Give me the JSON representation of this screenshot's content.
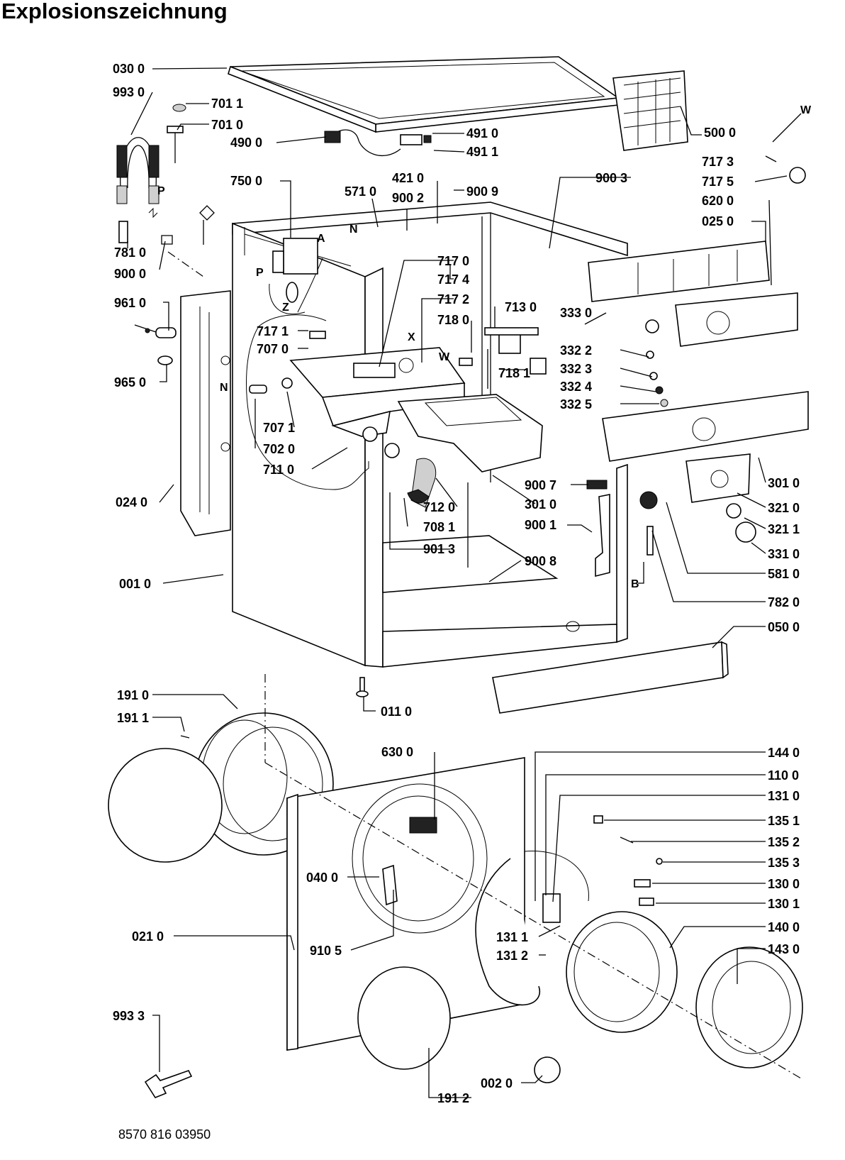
{
  "title": "Explosionszeichnung",
  "footer_code": "8570 816 03950",
  "part_numbers": {
    "p0300": "030 0",
    "p9930": "993 0",
    "p7011": "701 1",
    "p7010": "701 0",
    "p4900": "490 0",
    "p4910": "491 0",
    "p4911": "491 1",
    "p5000": "500 0",
    "p7173": "717 3",
    "p7175": "717 5",
    "p6200": "620 0",
    "p0250": "025 0",
    "p7500": "750 0",
    "p5710": "571 0",
    "p4210": "421 0",
    "p9002": "900 2",
    "p9009": "900 9",
    "p9003": "900 3",
    "p7810": "781 0",
    "p9000": "900 0",
    "p9610": "961 0",
    "p7170": "717 0",
    "p7174": "717 4",
    "p7172": "717 2",
    "p7130": "713 0",
    "p7180": "718 0",
    "p3330": "333 0",
    "p7171": "717 1",
    "p7070": "707 0",
    "p3322": "332 2",
    "p3323": "332 3",
    "p3324": "332 4",
    "p3325": "332 5",
    "p7181": "718 1",
    "p9650": "965 0",
    "p7071": "707 1",
    "p7020": "702 0",
    "p7110": "711 0",
    "p3010a": "301 0",
    "p3210": "321 0",
    "p0240": "024 0",
    "p7120": "712 0",
    "p9007": "900 7",
    "p3010b": "301 0",
    "p3211": "321 1",
    "p7081": "708 1",
    "p9001": "900 1",
    "p3310": "331 0",
    "p9013": "901 3",
    "p9008": "900 8",
    "p5810": "581 0",
    "p0010": "001 0",
    "p7820": "782 0",
    "p0500": "050 0",
    "p1910": "191 0",
    "p1911": "191 1",
    "p0110": "011 0",
    "p6300": "630 0",
    "p1440": "144 0",
    "p1100": "110 0",
    "p1310": "131 0",
    "p1351": "135 1",
    "p1352": "135 2",
    "p1353": "135 3",
    "p1300": "130 0",
    "p0400": "040 0",
    "p1301": "130 1",
    "p1311": "131 1",
    "p1400": "140 0",
    "p0210": "021 0",
    "p9105": "910 5",
    "p1312": "131 2",
    "p1430": "143 0",
    "p9933": "993 3",
    "p0020": "002 0",
    "p1912": "191 2"
  },
  "letters": {
    "W1": "W",
    "P1": "P",
    "A": "A",
    "N1": "N",
    "N2": "N",
    "P2": "P",
    "Z": "Z",
    "X": "X",
    "W2": "W",
    "B": "B"
  }
}
